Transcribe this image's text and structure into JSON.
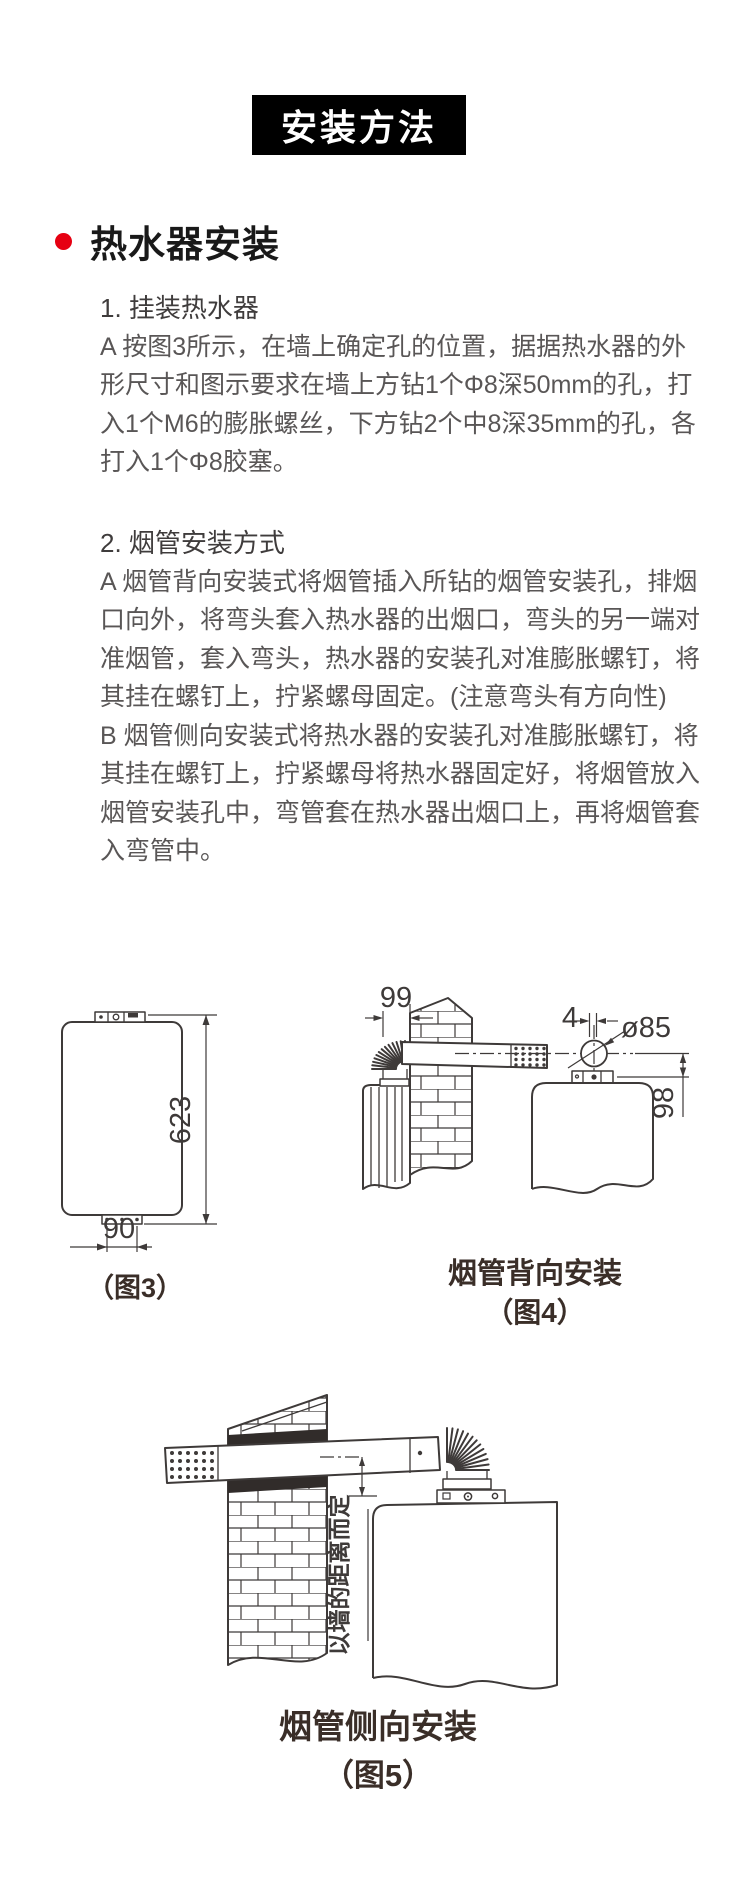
{
  "header": {
    "title": "安装方法"
  },
  "section": {
    "title": "热水器安装"
  },
  "step1": {
    "heading": "1. 挂装热水器",
    "lines": [
      "A 按图3所示，在墙上确定孔的位置，据据热水器的外",
      "形尺寸和图示要求在墙上方钻1个Φ8深50mm的孔，打",
      "入1个M6的膨胀螺丝，下方钻2个中8深35mm的孔，各",
      "打入1个Φ8胶塞。"
    ]
  },
  "step2": {
    "heading": "2. 烟管安装方式",
    "lines": [
      "A 烟管背向安装式将烟管插入所钻的烟管安装孔，排烟",
      "口向外，将弯头套入热水器的出烟口，弯头的另一端对",
      "准烟管，套入弯头，热水器的安装孔对准膨胀螺钉，将",
      "其挂在螺钉上，拧紧螺母固定。(注意弯头有方向性)",
      "B 烟管侧向安装式将热水器的安装孔对准膨胀螺钉，将",
      "其挂在螺钉上，拧紧螺母将热水器固定好，将烟管放入",
      "烟管安装孔中，弯管套在热水器出烟口上，再将烟管套",
      "入弯管中。"
    ]
  },
  "fig3": {
    "dim_height": "623",
    "dim_width": "90",
    "caption": "（图3）"
  },
  "fig4": {
    "dim_99": "99",
    "dim_4": "4",
    "dim_diameter": "ø85",
    "dim_98": "98",
    "title": "烟管背向安装",
    "caption": "（图4）"
  },
  "fig5": {
    "note": "以墙的距离而定",
    "title": "烟管侧向安装",
    "caption": "（图5）"
  },
  "colors": {
    "accent_red": "#e60012",
    "line": "#3e3a39",
    "header_bg": "#000000"
  }
}
